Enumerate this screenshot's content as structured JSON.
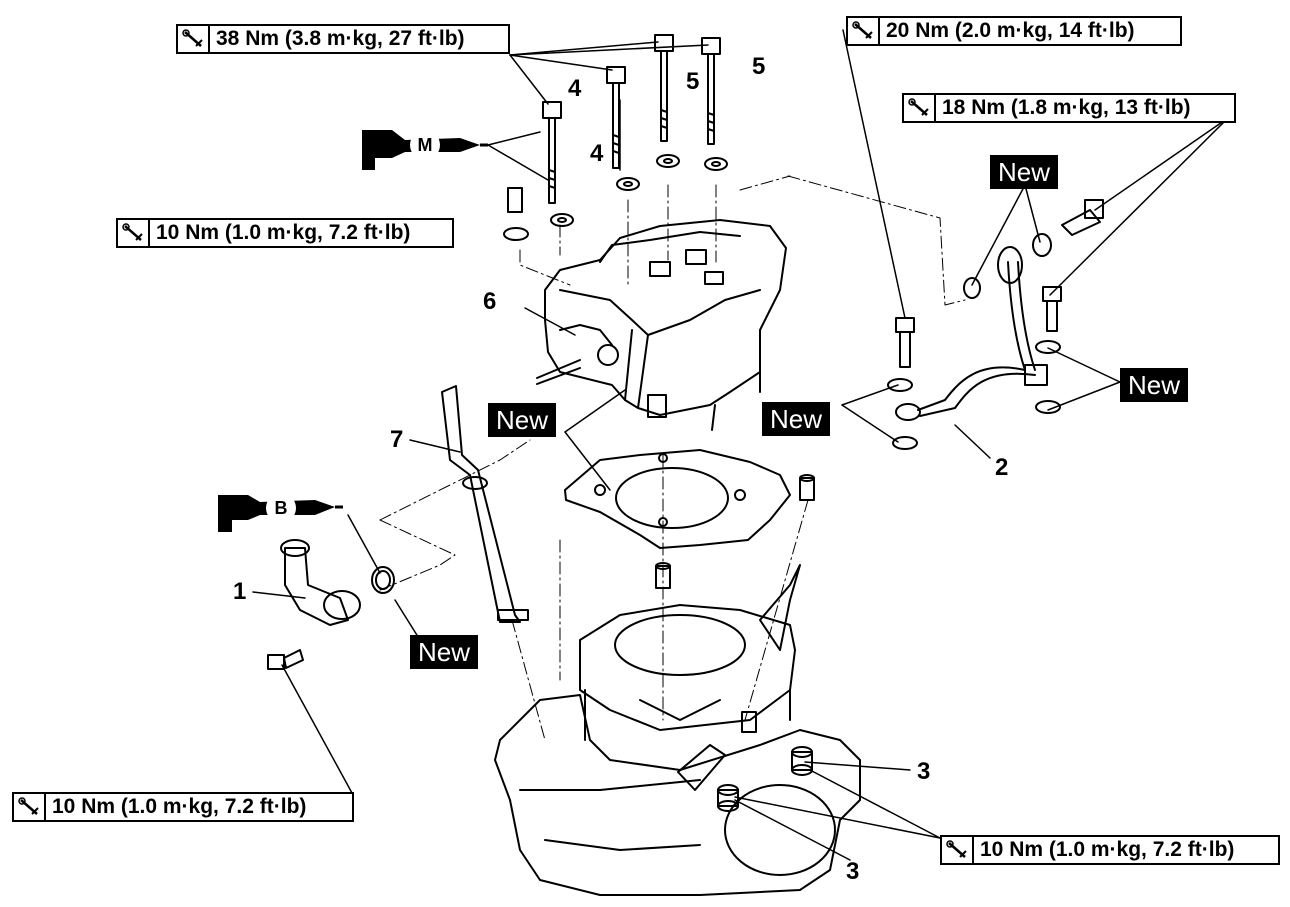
{
  "torque_specs": [
    {
      "id": "t38",
      "label": "38 Nm (3.8 m·kg, 27 ft·lb)"
    },
    {
      "id": "t20",
      "label": "20 Nm (2.0 m·kg, 14 ft·lb)"
    },
    {
      "id": "t18",
      "label": "18 Nm (1.8 m·kg, 13 ft·lb)"
    },
    {
      "id": "t10a",
      "label": "10 Nm (1.0 m·kg, 7.2 ft·lb)"
    },
    {
      "id": "t10b",
      "label": "10 Nm (1.0 m·kg, 7.2 ft·lb)"
    },
    {
      "id": "t10c",
      "label": "10 Nm (1.0 m·kg, 7.2 ft·lb)"
    }
  ],
  "new_badge": "New",
  "lubricants": {
    "m": "M",
    "b": "B"
  },
  "part_numbers": {
    "p1": "1",
    "p2": "2",
    "p3": "3",
    "p4": "4",
    "p5": "5",
    "p6": "6",
    "p7": "7"
  },
  "icons": {
    "torque": "torque-wrench-icon",
    "lube": "lubricant-oil-can-icon"
  }
}
